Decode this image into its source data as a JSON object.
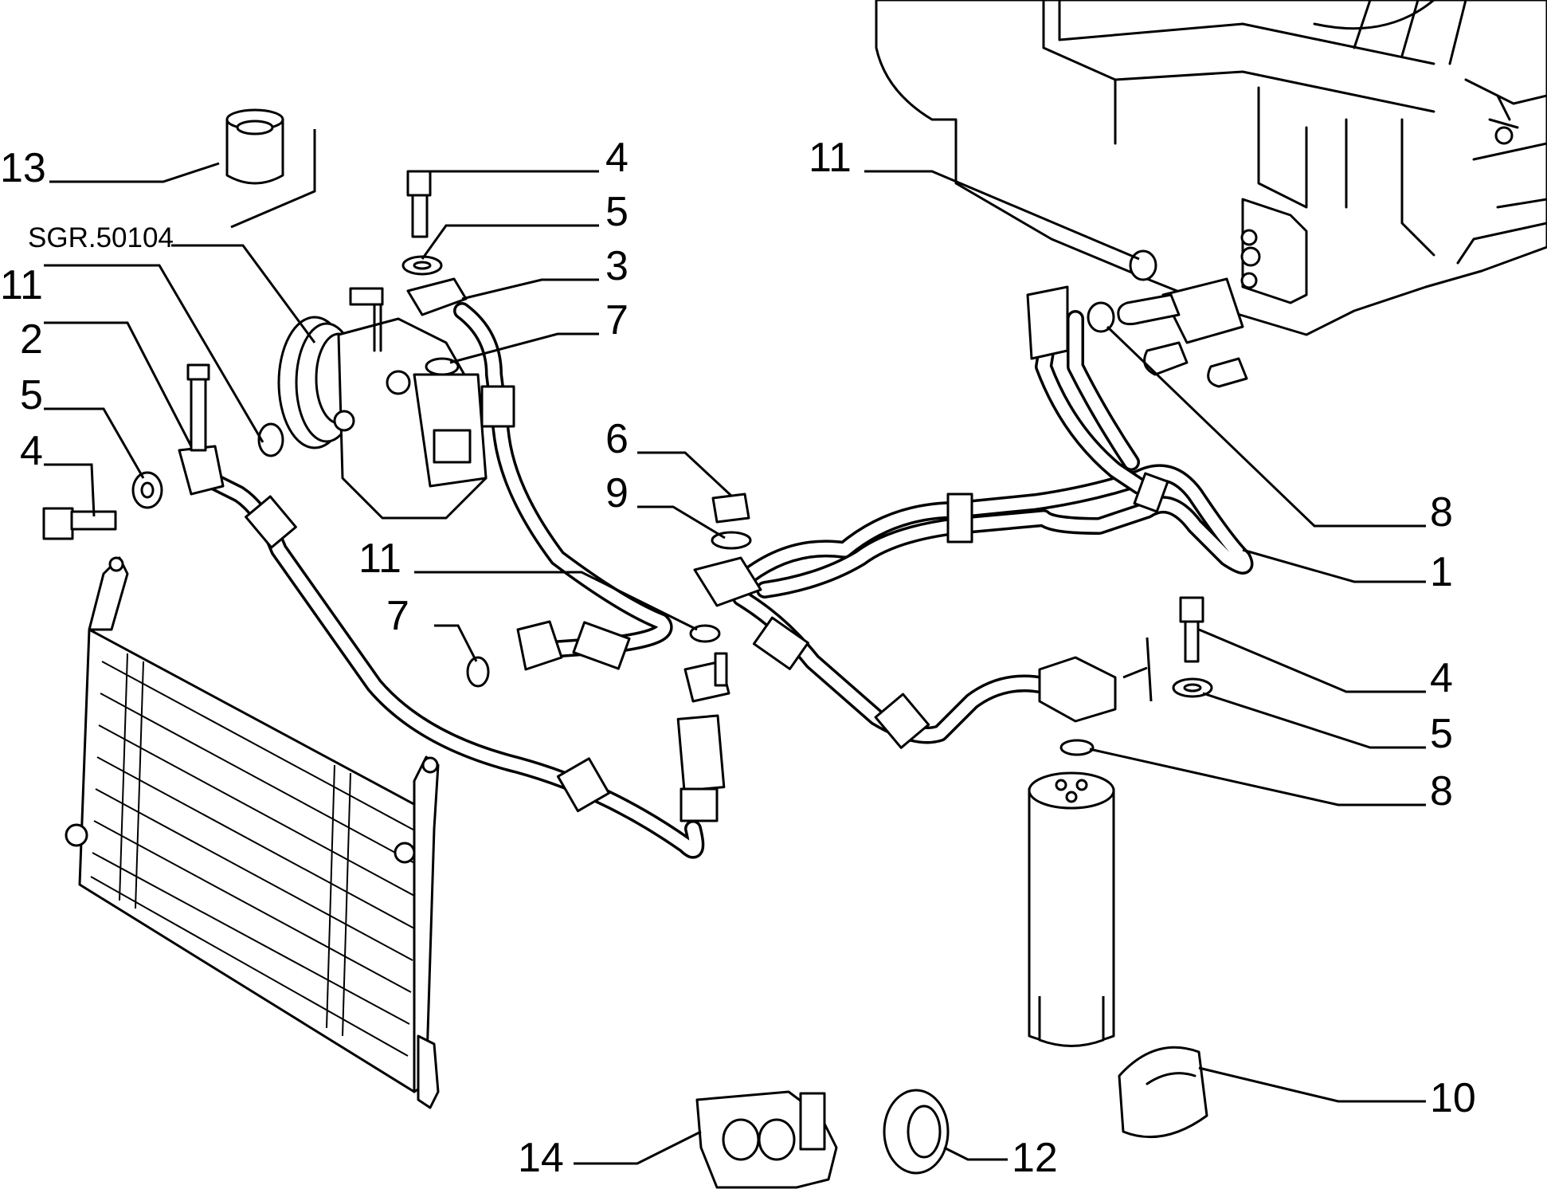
{
  "diagram": {
    "reference_code": "SGR.50104",
    "callouts": [
      {
        "id": "c13",
        "text": "13"
      },
      {
        "id": "c4a",
        "text": "4"
      },
      {
        "id": "c5a",
        "text": "5"
      },
      {
        "id": "c3",
        "text": "3"
      },
      {
        "id": "c7a",
        "text": "7"
      },
      {
        "id": "c11a",
        "text": "11"
      },
      {
        "id": "c2",
        "text": "2"
      },
      {
        "id": "c5b",
        "text": "5"
      },
      {
        "id": "c4b",
        "text": "4"
      },
      {
        "id": "c6",
        "text": "6"
      },
      {
        "id": "c9",
        "text": "9"
      },
      {
        "id": "c11b",
        "text": "11"
      },
      {
        "id": "c7b",
        "text": "7"
      },
      {
        "id": "c11c",
        "text": "11"
      },
      {
        "id": "c8a",
        "text": "8"
      },
      {
        "id": "c1",
        "text": "1"
      },
      {
        "id": "c4c",
        "text": "4"
      },
      {
        "id": "c5c",
        "text": "5"
      },
      {
        "id": "c8b",
        "text": "8"
      },
      {
        "id": "c10",
        "text": "10"
      },
      {
        "id": "c12",
        "text": "12"
      },
      {
        "id": "c14",
        "text": "14"
      }
    ]
  }
}
